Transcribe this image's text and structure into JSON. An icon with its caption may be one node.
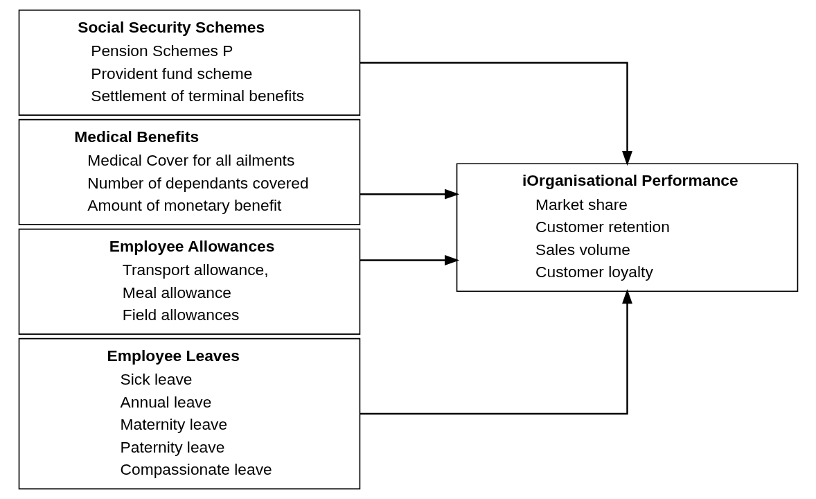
{
  "diagram": {
    "nodes": [
      {
        "text": [
          "Social Security Schemes",
          "Pension Schemes P",
          "Provident fund scheme",
          "Settlement of terminal benefits"
        ]
      },
      {
        "text": [
          "Medical Benefits",
          "Medical Cover for all ailments",
          "Number of dependants covered",
          "Amount of monetary benefit"
        ]
      },
      {
        "text": [
          "Employee Allowances",
          "Transport allowance,",
          "Meal allowance",
          "Field allowances"
        ]
      },
      {
        "text": [
          "Employee Leaves",
          "Sick leave",
          "Annual leave",
          "Maternity leave",
          "Paternity leave",
          "Compassionate leave"
        ]
      },
      {
        "text": [
          "iOrganisational Performance",
          "Market share",
          "Customer retention",
          "Sales volume",
          "Customer loyalty"
        ]
      }
    ],
    "edges": [
      {
        "from": 0,
        "to": 4,
        "arrow": "to"
      },
      {
        "from": 1,
        "to": 4,
        "arrow": "to"
      },
      {
        "from": 2,
        "to": 4,
        "arrow": "to"
      },
      {
        "from": 3,
        "to": 4,
        "arrow": "to"
      }
    ]
  }
}
